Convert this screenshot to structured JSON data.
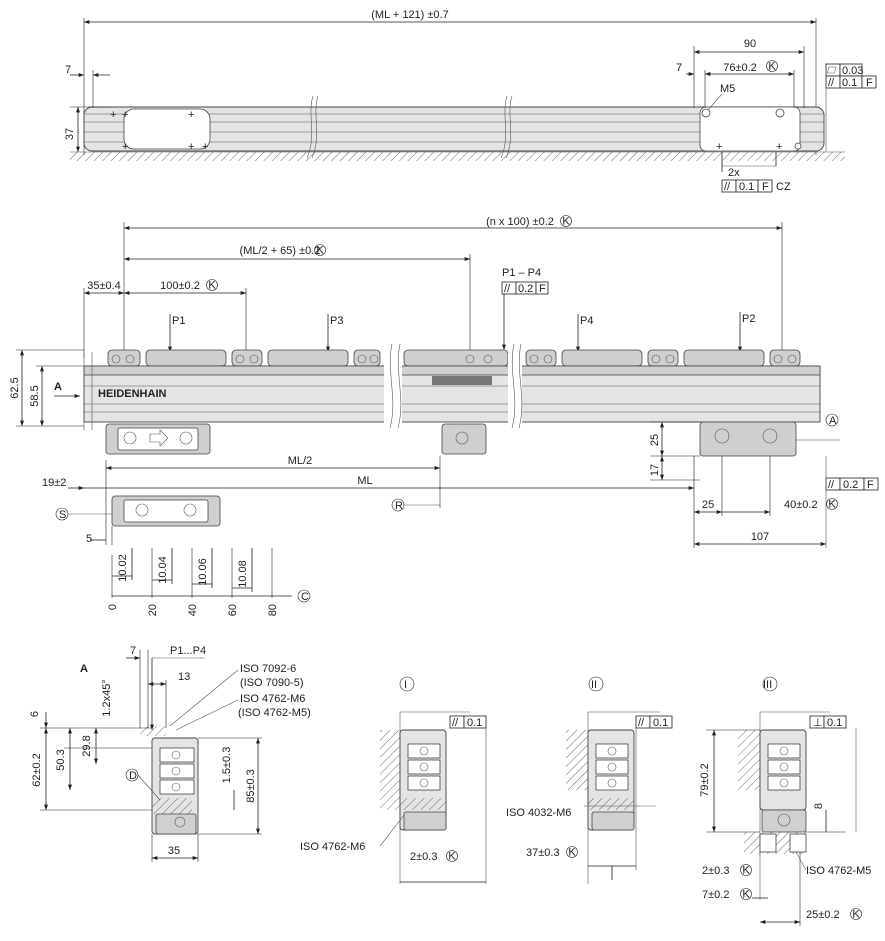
{
  "brand": {
    "logo_text": "HEIDENHAIN"
  },
  "top_view": {
    "overall_length": "(ML + 121) ±0.7",
    "dim_7_left": "7",
    "height_37": "37",
    "dim_90": "90",
    "dim_7_right": "7",
    "dim_76": "76±0.2",
    "thread_m5": "M5",
    "note_2x": "2x",
    "tol_flatness_value": "0.03",
    "tol_parallel_value": "0.1",
    "tol_parallel_ref": "F",
    "tol_bottom_value": "0.1",
    "tol_bottom_ref": "F",
    "tol_bottom_suffix": "CZ"
  },
  "front_view": {
    "n_x_100": "(n x 100) ±0.2",
    "ml_half_65": "(ML/2 + 65) ±0.2",
    "p1_p4": "P1 – P4",
    "p1_p4_tol_value": "0.2",
    "p1_p4_tol_ref": "F",
    "dim_35": "35±0.4",
    "dim_100": "100±0.2",
    "label_p1": "P1",
    "label_p3": "P3",
    "label_p4": "P4",
    "label_p2": "P2",
    "height_62_5": "62.5",
    "height_58_5": "58.5",
    "view_a": "A",
    "dim_19": "19±2",
    "ml_half": "ML/2",
    "ml": "ML",
    "label_r": "R",
    "label_s": "S",
    "dim_5": "5",
    "datum_a": "A",
    "dim_25": "25",
    "dim_17": "17",
    "right_tol_value": "0.2",
    "right_tol_ref": "F",
    "dim_25b": "25",
    "dim_40": "40±0.2",
    "dim_107": "107",
    "scale_steps": [
      "10.02",
      "10.04",
      "10.06",
      "10.08"
    ],
    "scale_ticks": [
      "0",
      "20",
      "40",
      "60",
      "80"
    ],
    "label_c": "C"
  },
  "section_a": {
    "title": "A",
    "dim_7": "7",
    "p1_p4": "P1...P4",
    "dim_13": "13",
    "chamfer": "1.2x45°",
    "iso_7092": "ISO 7092-6",
    "iso_7090": "(ISO 7090-5)",
    "iso_4762_m6": "ISO 4762-M6",
    "iso_4762_m5": "(ISO 4762-M5)",
    "dim_6": "6",
    "dim_29_8": "29.8",
    "dim_50_3": "50.3",
    "dim_62": "62±0.2",
    "dim_1_5": "1.5±0.3",
    "dim_85": "85±0.3",
    "label_d": "D",
    "dim_35": "35"
  },
  "mounting": {
    "m1": {
      "roman": "I",
      "tol_value": "0.1",
      "iso": "ISO 4762-M6",
      "dim": "2±0.3"
    },
    "m2": {
      "roman": "II",
      "tol_value": "0.1",
      "iso": "ISO 4032-M6",
      "dim": "37±0.3"
    },
    "m3": {
      "roman": "III",
      "tol_value": "0.1",
      "dim_79": "79±0.2",
      "dim_8": "8",
      "dim_2": "2±0.3",
      "dim_7": "7±0.2",
      "iso": "ISO 4762-M5",
      "dim_25": "25±0.2"
    }
  }
}
